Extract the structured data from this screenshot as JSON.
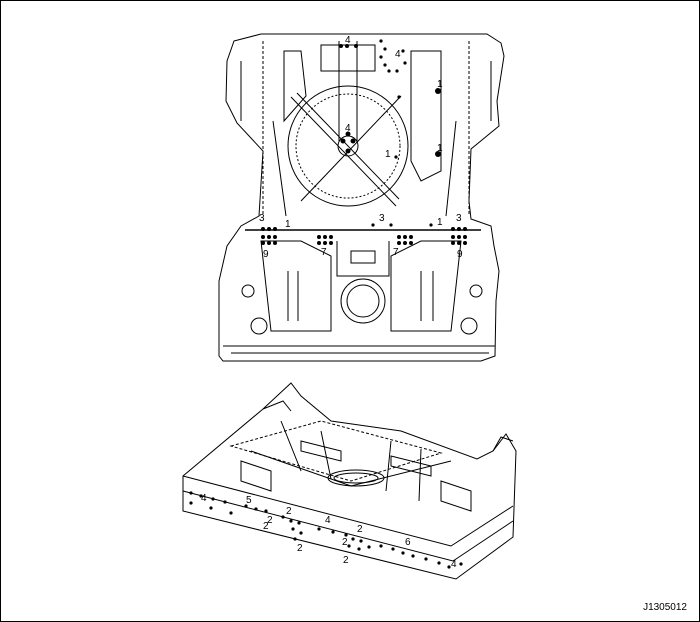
{
  "figure_id": "J1305012",
  "top_view": {
    "callouts": [
      "4",
      "4",
      "1",
      "1",
      "4",
      "1",
      "1",
      "3",
      "3",
      "3",
      "1",
      "9",
      "7",
      "7",
      "9"
    ]
  },
  "iso_view": {
    "callouts": [
      "4",
      "5",
      "2",
      "2",
      "4",
      "2",
      "2",
      "2",
      "6",
      "2",
      "4",
      "2"
    ]
  },
  "colors": {
    "line": "#000000",
    "background": "#ffffff"
  }
}
